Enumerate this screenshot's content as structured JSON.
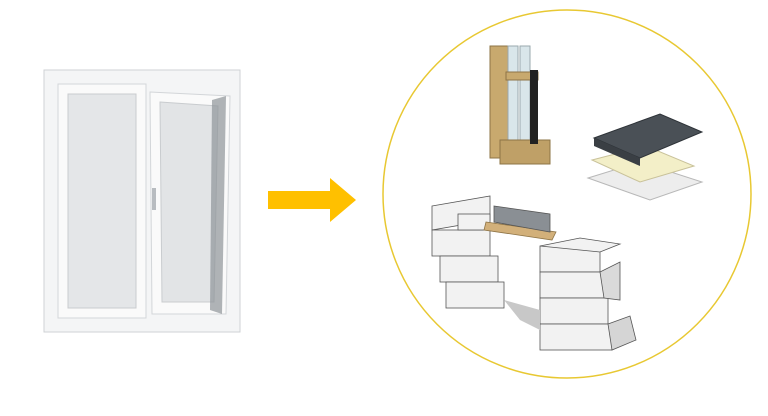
{
  "colors": {
    "background": "#ffffff",
    "arrow": "#FFC000",
    "circle_outline": "#E8C832",
    "window_frame": "#F4F5F6",
    "glass": "#E4E6E8",
    "wood": "#C8A96E",
    "sill_top": "#4A5056",
    "block": "#F2F2F2",
    "lintel": "#D2B07A"
  },
  "icons": {
    "left": "tilt-turn-window",
    "middle": "arrow-right-icon",
    "right": [
      "window-frame-section",
      "window-sill",
      "block-wall-opening"
    ]
  }
}
